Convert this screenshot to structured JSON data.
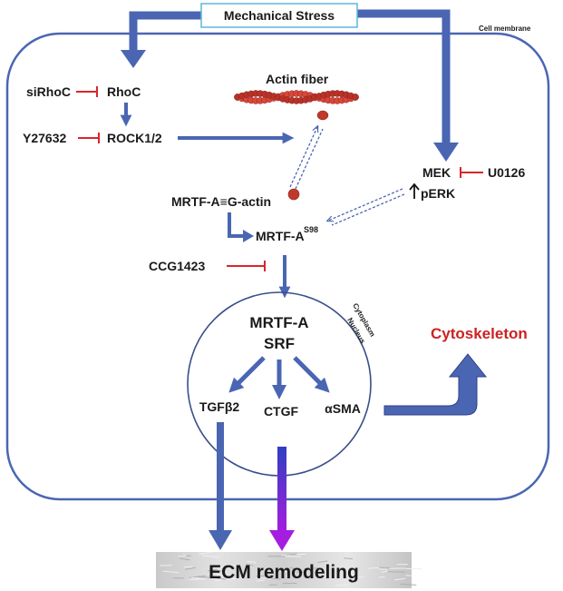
{
  "diagram": {
    "stimulus": "Mechanical Stress",
    "cell_membrane_label": "Cell membrane",
    "cytoplasm_label": "Cytoplasm",
    "nucleus_label": "Nucleus",
    "nodes": {
      "sirhoc": "siRhoC",
      "rhoc": "RhoC",
      "y27632": "Y27632",
      "rock": "ROCK1/2",
      "actin_fiber": "Actin fiber",
      "mrtf_g_actin": "MRTF-A≡G-actin",
      "mrtf_s98_base": "MRTF-A",
      "mrtf_s98_sup": "S98",
      "mek": "MEK",
      "perk": "pERK",
      "u0126": "U0126",
      "ccg1423": "CCG1423",
      "mrtf_nuclear": "MRTF-A",
      "srf": "SRF",
      "tgfb2": "TGFβ2",
      "ctgf": "CTGF",
      "asma": "αSMA",
      "cytoskeleton": "Cytoskeleton",
      "ecm": "ECM remodeling"
    },
    "colors": {
      "arrow_blue": "#4a66b3",
      "inhibitor_red": "#d9262b",
      "cytoskeleton_red": "#cc2222",
      "stress_box_border": "#5ab8d8",
      "ctgf_arrow_purple": "#7a1fd1"
    }
  }
}
